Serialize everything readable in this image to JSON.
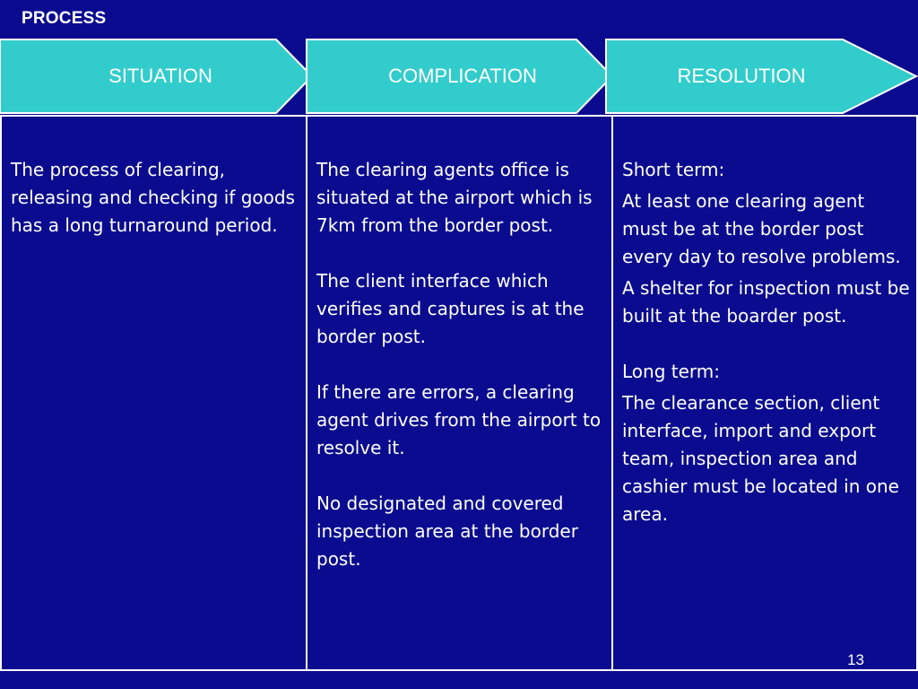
{
  "slide": {
    "title": "PROCESS",
    "page_number": "13",
    "colors": {
      "background": "#0b0b8f",
      "arrow_fill": "#33cccc",
      "text": "#ffffff"
    }
  },
  "stages": [
    {
      "label": "SITUATION"
    },
    {
      "label": "COMPLICATION"
    },
    {
      "label": "RESOLUTION"
    }
  ],
  "columns": {
    "situation": {
      "paragraphs": [
        "The process of clearing, releasing and checking if goods has a long turnaround period."
      ]
    },
    "complication": {
      "paragraphs": [
        "The clearing agents office is situated at the airport which is 7km from the border post.",
        "The client interface which verifies and captures is at the border post.",
        "If there are errors, a clearing agent drives from the airport to resolve it.",
        "No designated and covered inspection area at the border post."
      ]
    },
    "resolution": {
      "short_term_heading": "Short term:",
      "short_term": [
        "At least one clearing agent must be at the border post every day to resolve problems.",
        "A shelter for inspection must be built at the boarder post."
      ],
      "long_term_heading": "Long term:",
      "long_term": [
        "The clearance section, client interface, import and export team, inspection area and cashier must be located in one area."
      ]
    }
  }
}
